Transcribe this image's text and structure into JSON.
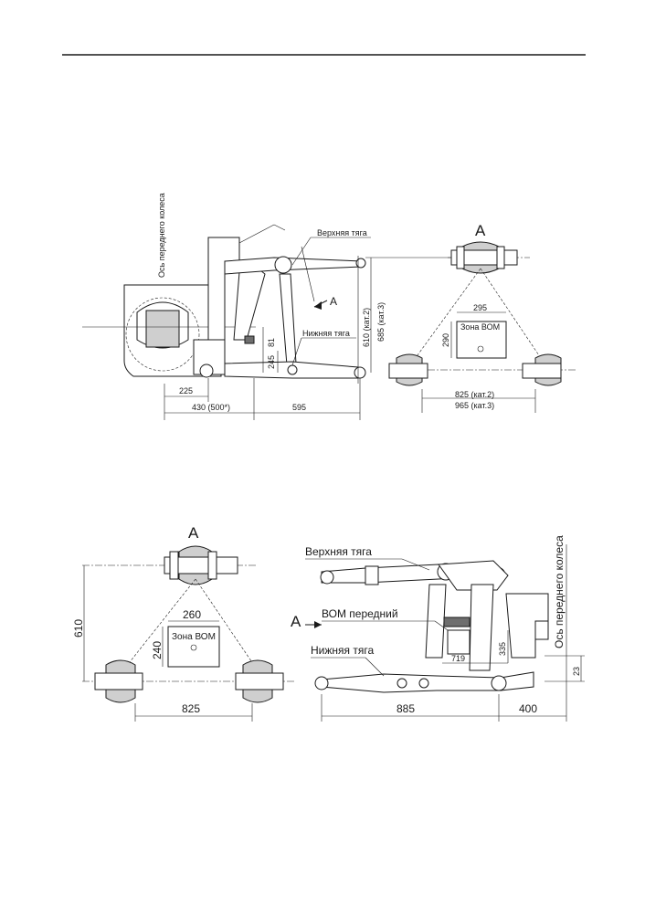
{
  "top_view": {
    "axis_label": "Ось переднего колеса",
    "upper_link": "Верхняя тяга",
    "lower_link": "Нижняя тяга",
    "section_arrow": "A",
    "dims": {
      "d225": "225",
      "d430": "430 (500*)",
      "d595": "595",
      "d81": "81",
      "d245": "245",
      "d610": "610 (кат.2)",
      "d685": "685 (кат.3)"
    }
  },
  "top_view_a": {
    "title": "A",
    "zone_label": "Зона ВОМ",
    "dims": {
      "d295": "295",
      "d290": "290",
      "d825": "825 (кат.2)",
      "d965": "965 (кат.3)"
    }
  },
  "bottom_view_a": {
    "title": "A",
    "zone_label": "Зона ВОМ",
    "dims": {
      "d610": "610",
      "d260": "260",
      "d240": "240",
      "d825": "825"
    }
  },
  "bottom_view": {
    "upper_link": "Верхняя тяга",
    "pto_front": "ВОМ передний",
    "lower_link": "Нижняя тяга",
    "section_arrow": "A",
    "axis_label": "Ось переднего колеса",
    "dims": {
      "d885": "885",
      "d400": "400",
      "d719": "719",
      "d335": "335",
      "d23": "23"
    }
  },
  "colors": {
    "ink": "#1a1a1a",
    "hatch_grey": "#cfcfcf"
  }
}
